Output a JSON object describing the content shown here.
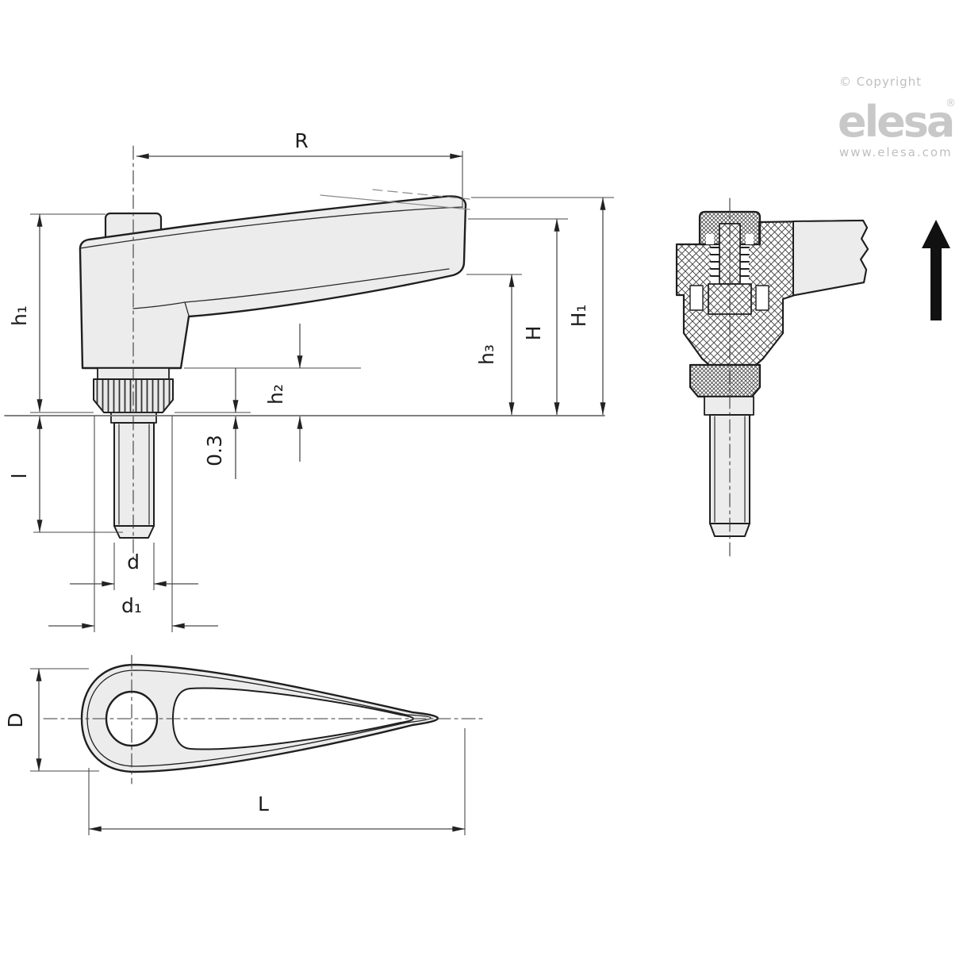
{
  "branding": {
    "copyright": "© Copyright",
    "logo": "elesa",
    "registered": "®",
    "website": "www.elesa.com"
  },
  "dimensions": {
    "R": "R",
    "h1": "h₁",
    "l": "l",
    "gap": "0.3",
    "h2": "h₂",
    "h3": "h₃",
    "H": "H",
    "H1": "H₁",
    "d": "d",
    "d1": "d₁",
    "D": "D",
    "L": "L"
  },
  "colors": {
    "outline": "#1f1f1f",
    "part_fill": "#ececec",
    "dimension_line": "#4a4a4a",
    "surface_line": "#6e6e6e",
    "logo_gray": "#c8c8c8",
    "direction_arrow": "#111111"
  }
}
